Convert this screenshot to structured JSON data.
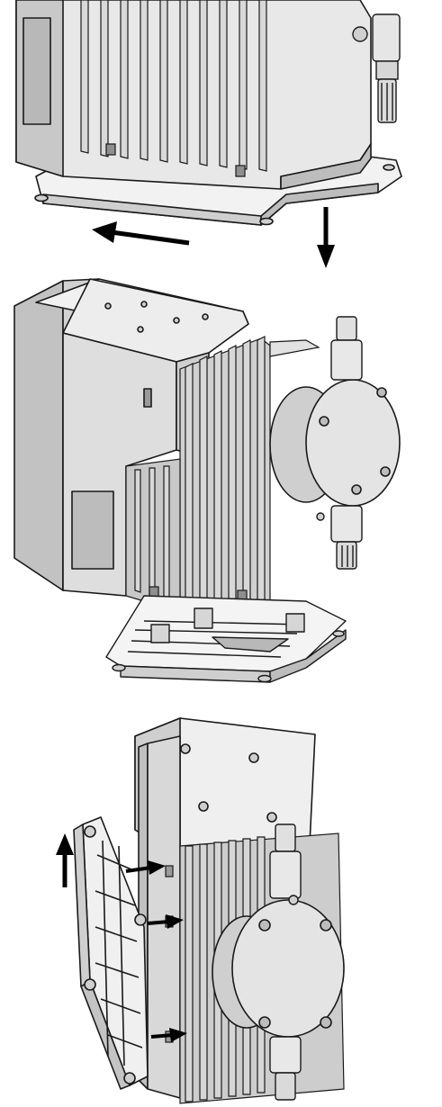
{
  "figure": {
    "panels": [
      {
        "step": "remove-pump-from-mounting-plate",
        "arrows": [
          "left",
          "down"
        ]
      },
      {
        "step": "pump-lifted-off-mounting-plate",
        "arrows": []
      },
      {
        "step": "attach-wall-bracket-to-pump-back",
        "arrows": [
          "up",
          "right",
          "right",
          "right"
        ]
      }
    ],
    "colors": {
      "body_light": "#ececec",
      "body_mid": "#d4d4d4",
      "body_dark": "#a9a9a9",
      "outline": "#1a1a1a",
      "arrow": "#000000",
      "background": "#ffffff"
    }
  }
}
